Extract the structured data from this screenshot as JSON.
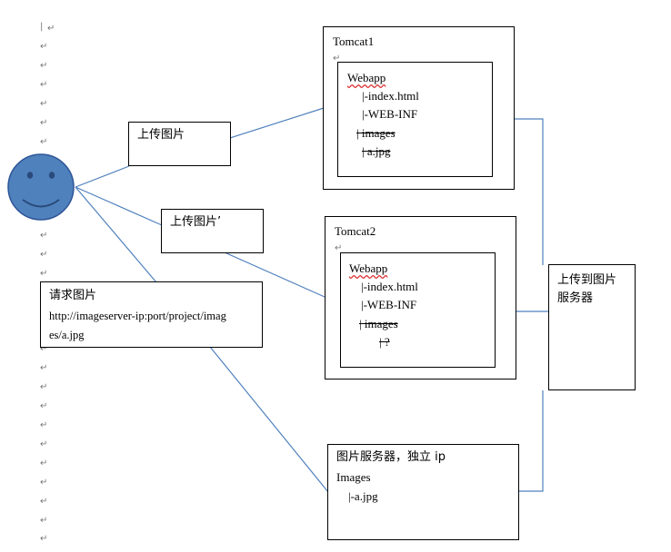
{
  "paragraph_mark": "↵",
  "tomcat1": {
    "title": "Tomcat1",
    "webapp": "Webapp",
    "lines": [
      "|-index.html",
      "|-WEB-INF",
      "| images",
      "| a.jpg"
    ]
  },
  "tomcat2": {
    "title": "Tomcat2",
    "webapp": "Webapp",
    "lines": [
      "|-index.html",
      "|-WEB-INF",
      "| images",
      "| ?"
    ]
  },
  "upload1": {
    "label": "上传图片"
  },
  "upload2": {
    "label": "上传图片’"
  },
  "request": {
    "title": "请求图片",
    "url_line1": "http://imageserver-ip:port/project/imag",
    "url_line2": "es/a.jpg"
  },
  "upload_server": {
    "line1": "上传到图片",
    "line2": "服务器"
  },
  "image_server": {
    "title": "图片服务器，独立 ip",
    "folder": "Images",
    "file": "|-a.jpg"
  },
  "colors": {
    "connector": "#4f81bd",
    "face_fill": "#4f81bd",
    "face_stroke": "#2f5597"
  }
}
